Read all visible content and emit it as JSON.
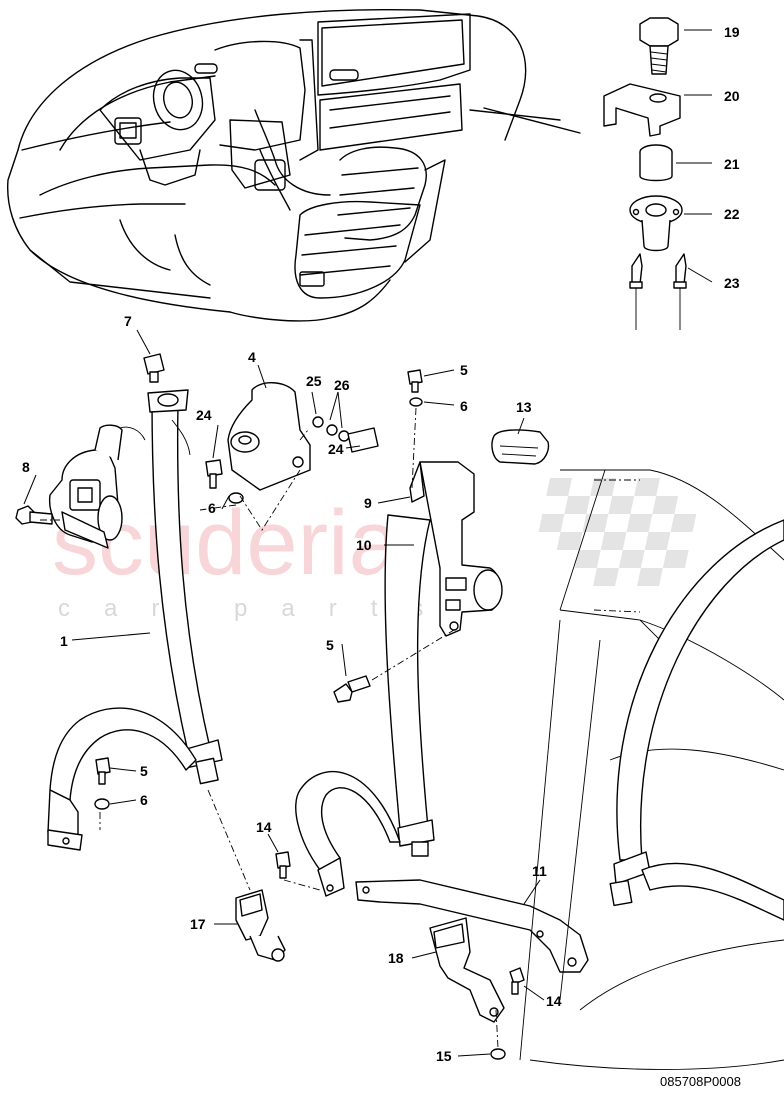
{
  "watermark": {
    "brand": "scuderia",
    "tagline": "car parts"
  },
  "drawing_ref": "085708P0008",
  "callouts": {
    "c1": "1",
    "c4": "4",
    "c5a": "5",
    "c5b": "5",
    "c5c": "5",
    "c6a": "6",
    "c6b": "6",
    "c6c": "6",
    "c7": "7",
    "c8": "8",
    "c9": "9",
    "c10": "10",
    "c11": "11",
    "c13": "13",
    "c14a": "14",
    "c14b": "14",
    "c15": "15",
    "c17": "17",
    "c18": "18",
    "c19": "19",
    "c20": "20",
    "c21": "21",
    "c22": "22",
    "c23": "23",
    "c24a": "24",
    "c24b": "24",
    "c25": "25",
    "c26": "26"
  }
}
